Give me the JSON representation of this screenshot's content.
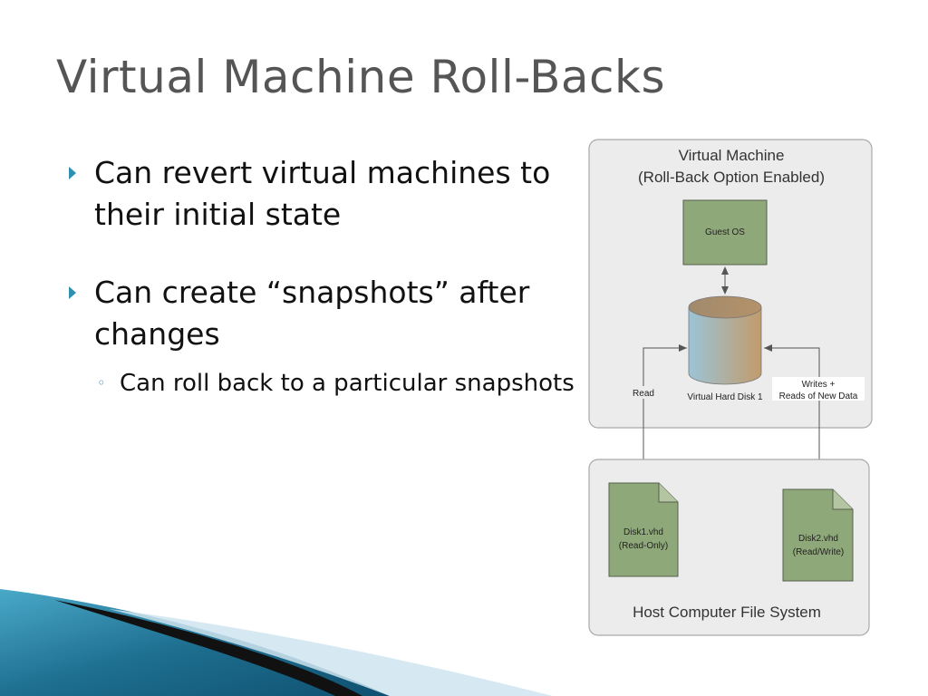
{
  "slide": {
    "title": "Virtual Machine Roll-Backs",
    "bullets": [
      "Can revert virtual machines to their initial state",
      "Can create “snapshots” after changes"
    ],
    "sub_bullets": [
      "Can roll back to a particular snapshots"
    ]
  },
  "diagram": {
    "vm_title": "Virtual Machine",
    "vm_subtitle": "(Roll-Back Option Enabled)",
    "guest_os": "Guest OS",
    "vhd_label": "Virtual Hard Disk 1",
    "read_label": "Read",
    "writes_label_1": "Writes +",
    "writes_label_2": "Reads of New Data",
    "disk1_name": "Disk1.vhd",
    "disk1_mode": "(Read-Only)",
    "disk2_name": "Disk2.vhd",
    "disk2_mode": "(Read/Write)",
    "host_fs": "Host Computer File System"
  },
  "colors": {
    "accent": "#2e8fb1",
    "panel_fill": "#ececec",
    "panel_stroke": "#a9a9a9",
    "file_fill": "#8fa87a",
    "file_stroke": "#555f4d"
  }
}
